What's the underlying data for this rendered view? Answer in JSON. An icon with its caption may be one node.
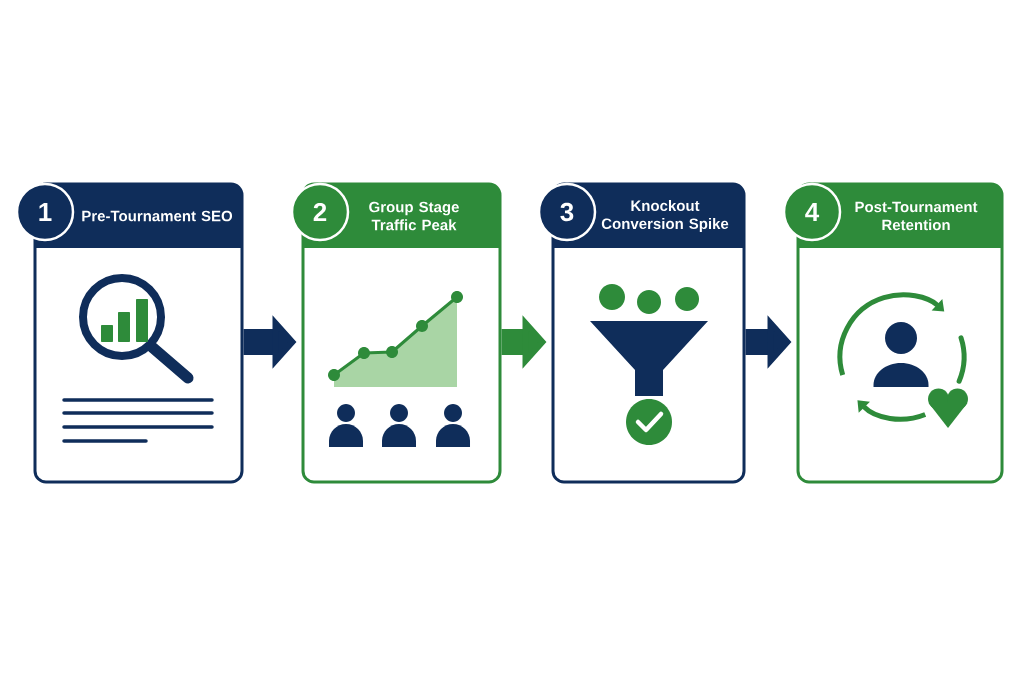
{
  "diagram": {
    "nodes": [
      {
        "text": [
          "1"
        ]
      },
      {
        "text": [
          "Pre-Tournament SEO"
        ]
      },
      {
        "text": [
          "2"
        ]
      },
      {
        "text": [
          "Group Stage Traffic Peak"
        ]
      },
      {
        "text": [
          "3"
        ]
      },
      {
        "text": [
          "Knockout Conversion Spike"
        ]
      },
      {
        "text": [
          "4"
        ]
      },
      {
        "text": [
          "Post-Tournament Retention"
        ]
      }
    ],
    "edges": [
      {
        "from": 1,
        "to": 3,
        "arrow": "to"
      },
      {
        "from": 3,
        "to": 5,
        "arrow": "to",
        "color": "#2e8b3a"
      },
      {
        "from": 5,
        "to": 7,
        "arrow": "to"
      }
    ]
  }
}
